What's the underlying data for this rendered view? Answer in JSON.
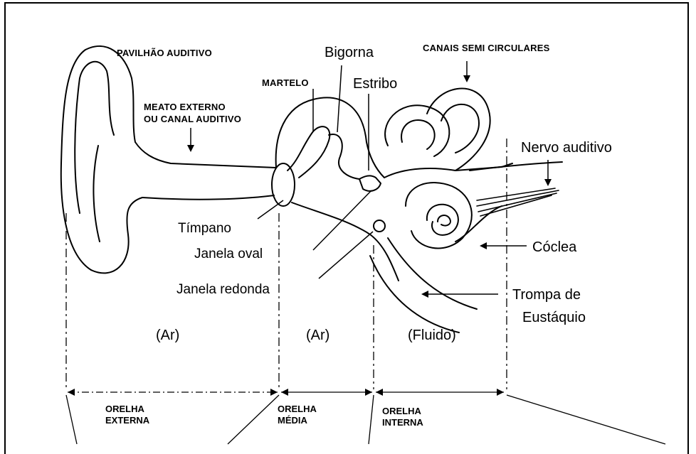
{
  "labels": {
    "pavilhao": "PAVILHÃO AUDITIVO",
    "meato_1": "MEATO EXTERNO",
    "meato_2": "OU CANAL AUDITIVO",
    "martelo": "MARTELO",
    "bigorna": "Bigorna",
    "estribo": "Estribo",
    "canais": "CANAIS SEMI CIRCULARES",
    "nervo": "Nervo auditivo",
    "timpano": "Tímpano",
    "janela_oval": "Janela oval",
    "janela_redonda": "Janela redonda",
    "coclea": "Cóclea",
    "trompa_1": "Trompa de",
    "trompa_2": "Eustáquio"
  },
  "media": {
    "ar_externa": "(Ar)",
    "ar_media": "(Ar)",
    "fluido": "(Fluido)"
  },
  "sections": {
    "externa_1": "ORELHA",
    "externa_2": "EXTERNA",
    "media_1": "ORELHA",
    "media_2": "MÉDIA",
    "interna_1": "ORELHA",
    "interna_2": "INTERNA"
  },
  "colors": {
    "line": "#000000",
    "background": "#ffffff"
  }
}
